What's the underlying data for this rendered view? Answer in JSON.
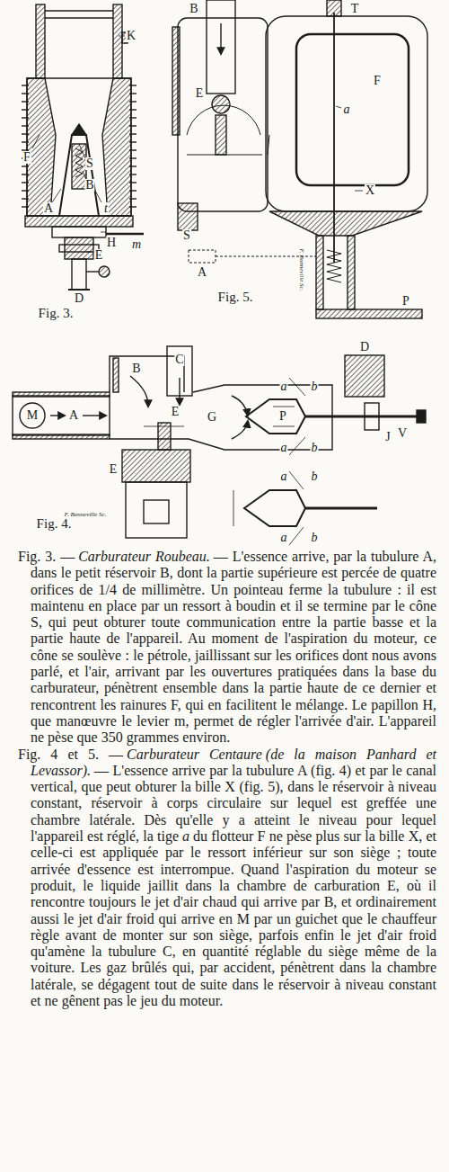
{
  "diagram": {
    "labels": [
      "K",
      "F",
      "S",
      "B",
      "A",
      "t",
      "H",
      "m",
      "E",
      "D",
      "Fig. 3.",
      "B",
      "T",
      "E",
      "a",
      "F",
      "X",
      "S",
      "A",
      "P",
      "Fig. 5.",
      "F. Bonneville Sc.",
      "B",
      "C",
      "D",
      "J",
      "M",
      "A",
      "E",
      "G",
      "P",
      "V",
      "a",
      "b",
      "a",
      "b",
      "a",
      "b",
      "a",
      "b",
      "E",
      "Fig. 4.",
      "F. Bonneville Sc.",
      "Fig. 3. —",
      "Carburateur Roubeau.",
      "— L'essence arrive, par la tubulure A, dans le petit réservoir B, dont la partie supérieure est percée de quatre orifices de 1/4 de millimètre. Un pointeau ferme la tubulure : il est maintenu en place par un ressort à boudin et il se termine par le cône S, qui peut obturer toute communication entre la partie basse et la partie haute de l'appareil. Au moment de l'aspiration du moteur, ce cône se soulève : le pétrole, jaillissant sur les orifices dont nous avons parlé, et l'air, arrivant par les ouvertures pratiquées dans la base du carburateur, pénètrent ensemble dans la partie haute de ce dernier et rencontrent les rainures F, qui en facilitent le mélange. Le papillon H, que manœuvre le levier m, permet de régler l'arrivée d'air. L'appareil ne pèse que 350 grammes environ.",
      "Fig. 4 et 5. —",
      "Carburateur Centaure",
      "(de la maison Panhard et Levassor).",
      "— L'essence arrive par la tubulure A (fig. 4) et par le canal vertical, que peut obturer la bille X (fig. 5), dans le réservoir à niveau constant, réservoir à corps circulaire sur lequel est greffée une chambre latérale. Dès qu'elle y a atteint le niveau pour lequel l'appareil est réglé, la tige",
      "a",
      "du flotteur F ne pèse plus sur la bille X, et celle-ci est appliquée par le ressort inférieur sur son siège ; toute arrivée d'essence est interrompue. Quand l'aspiration du moteur se produit, le liquide jaillit dans la chambre de carburation E, où il rencontre toujours le jet d'air chaud qui arrive par B, et ordinairement aussi le jet d'air froid qui arrive en M par un guichet que le chauffeur règle avant de monter sur son siège, parfois enfin le jet d'air froid qu'amène la tubulure C, en quantité réglable du siège même de la voiture. Les gaz brûlés qui, par accident, pénètrent dans la chambre latérale, se dégagent tout de suite dans le réservoir à niveau constant et ne gênent pas le jeu du moteur."
    ]
  }
}
